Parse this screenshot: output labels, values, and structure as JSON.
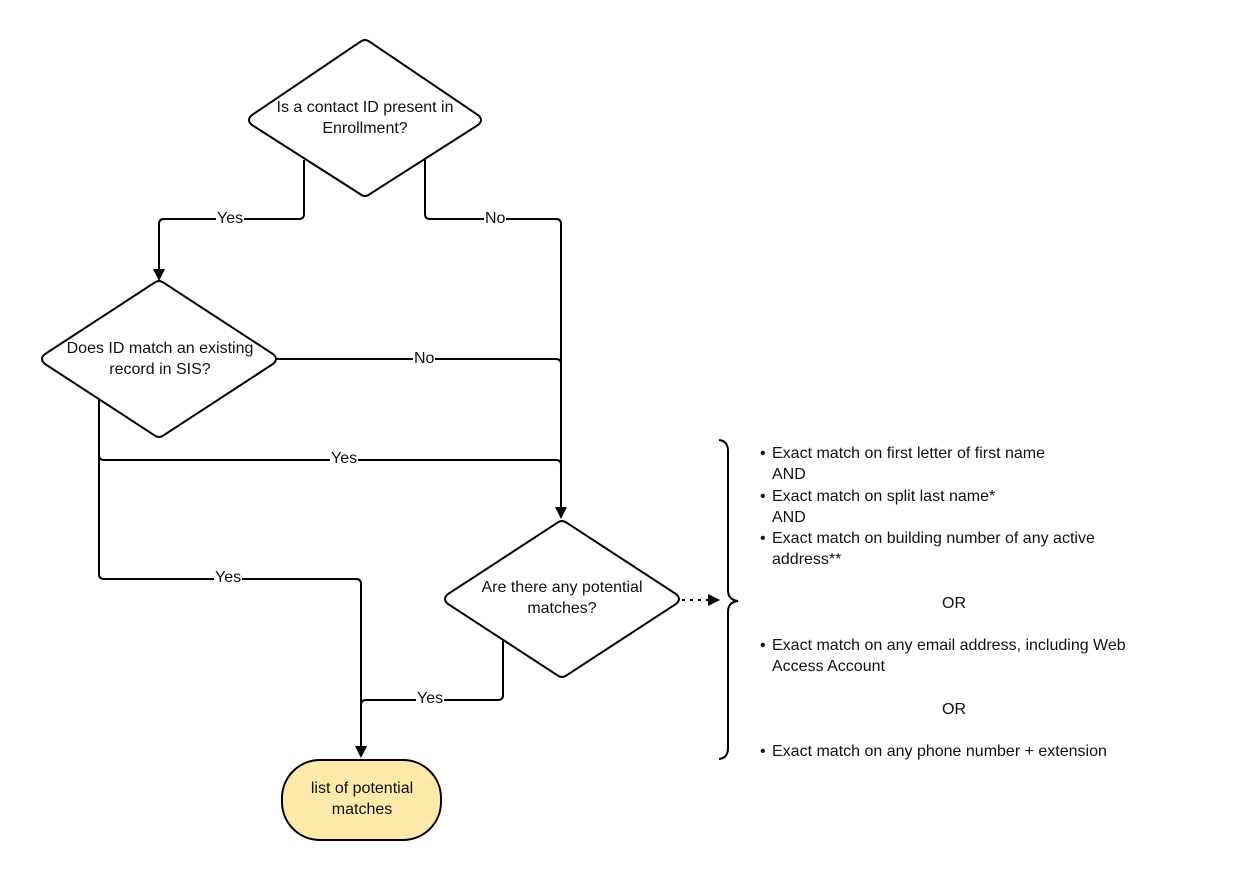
{
  "nodes": {
    "d1": "Is a contact ID present in Enrollment?",
    "d2": "Does ID match an existing record in SIS?",
    "d3": "Are there any potential matches?",
    "terminal": "list of potential matches"
  },
  "edges": {
    "d1_yes": "Yes",
    "d1_no": "No",
    "d2_no": "No",
    "d2_yes_to_d3": "Yes",
    "d2_yes_to_end": "Yes",
    "d3_yes": "Yes"
  },
  "criteria": {
    "c1": "Exact match on first letter of first name",
    "and1": "AND",
    "c2": "Exact match on split last name*",
    "and2": "AND",
    "c3_line1": "Exact match on building number of any active",
    "c3_line2": "address**",
    "or1": "OR",
    "c4_line1": "Exact match on any email address, including Web",
    "c4_line2": "Access Account",
    "or2": "OR",
    "c5": "Exact match on any phone number + extension"
  },
  "colors": {
    "terminal_fill": "#fde9a9",
    "stroke": "#000000"
  }
}
